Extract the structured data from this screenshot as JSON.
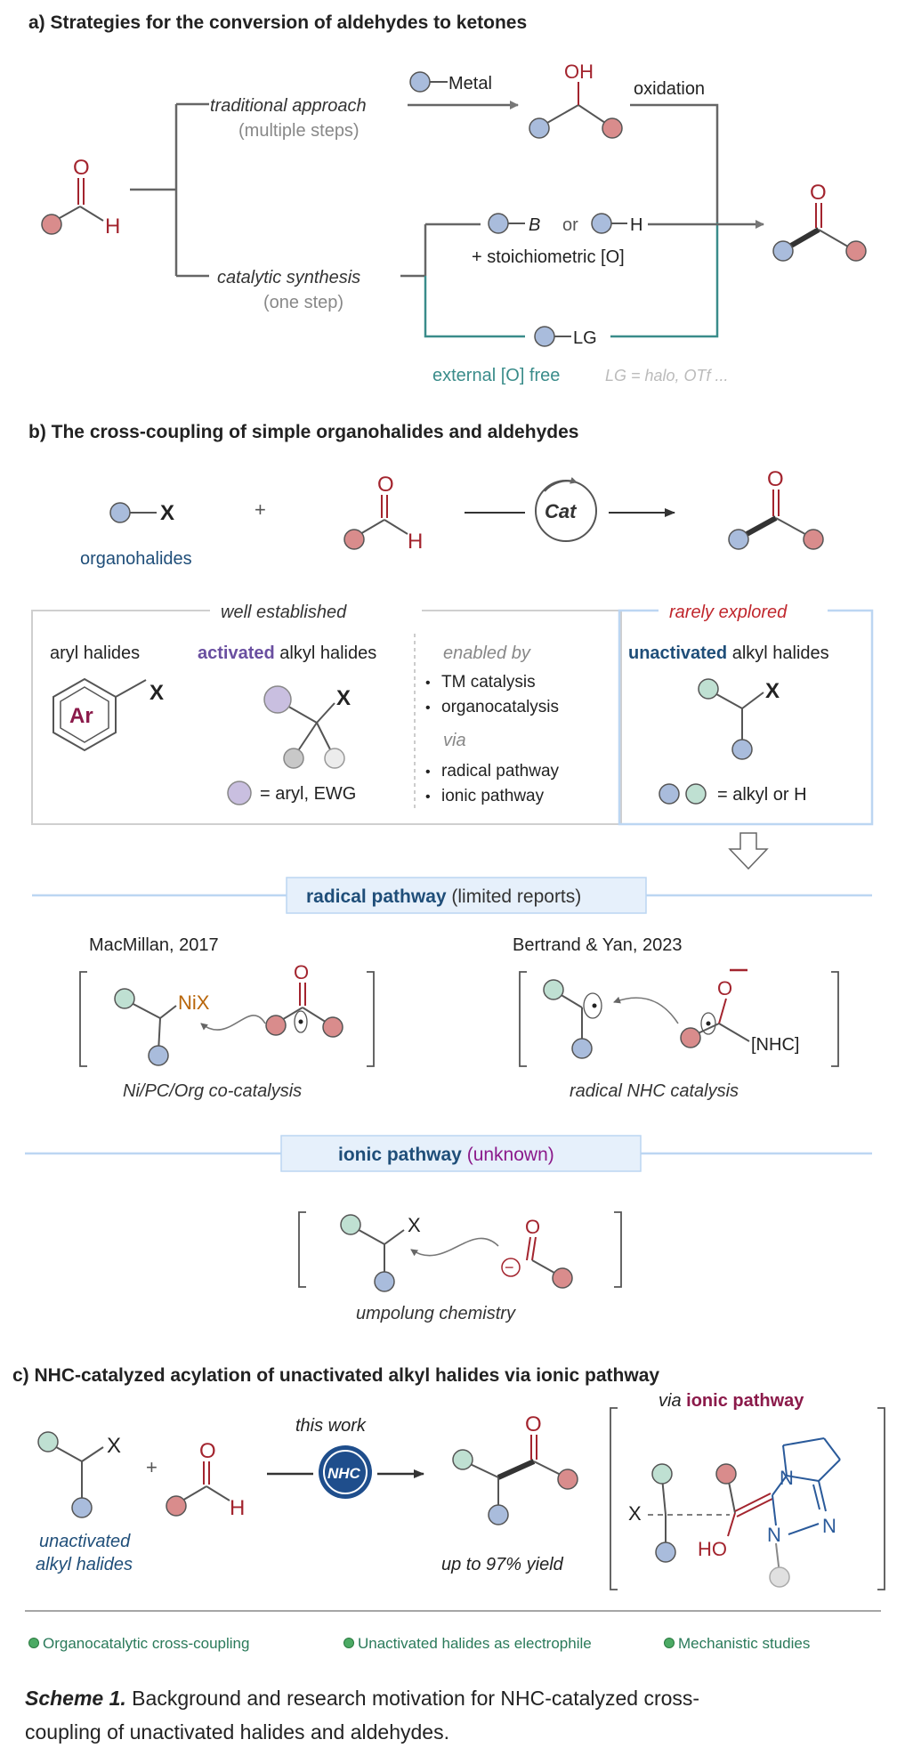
{
  "section_a": {
    "heading": "a) Strategies for the conversion of aldehydes to ketones",
    "traditional_label": "traditional approach",
    "traditional_sub": "(multiple steps)",
    "metal": "Metal",
    "oh": "OH",
    "oxidation": "oxidation",
    "aldehyde_o": "O",
    "aldehyde_h": "H",
    "catalytic_label": "catalytic synthesis",
    "catalytic_sub": "(one step)",
    "boron": "B",
    "or": "or",
    "hydrogen": "H",
    "stoich": "+ stoichiometric [O]",
    "lg": "LG",
    "external": "external [O] free",
    "lg_note": "LG = halo, OTf ...",
    "ketone_o": "O"
  },
  "section_b": {
    "heading": "b) The cross-coupling of simple organohalides and aldehydes",
    "x": "X",
    "plus": "+",
    "o": "O",
    "h": "H",
    "cat": "Cat",
    "organohalides": "organohalides",
    "well_established": "well established",
    "aryl_halides": "aryl halides",
    "activated": "activated",
    "alkyl_halides": " alkyl halides",
    "ar": "Ar",
    "aryl_ewg": "= aryl, EWG",
    "enabled_by": "enabled by",
    "tm": "TM catalysis",
    "organo": "organocatalysis",
    "via": "via",
    "radical_pw": "radical pathway",
    "ionic_pw": "ionic pathway",
    "rarely": "rarely explored",
    "unactivated": "unactivated",
    "alkyl_or_h": "= alkyl or H",
    "radical_box": "radical pathway",
    "radical_box_note": " (limited reports)",
    "macmillan": "MacMillan, 2017",
    "nix": "NiX",
    "ni_cat": "Ni/PC/Org co-catalysis",
    "bertrand": "Bertrand & Yan, 2023",
    "o_minus": "O",
    "nhc_bracket": "[NHC]",
    "radical_nhc": "radical NHC catalysis",
    "ionic_box": "ionic pathway",
    "ionic_box_note": "(unknown)",
    "umpolung": "umpolung chemistry",
    "minus": "−"
  },
  "section_c": {
    "heading": "c) NHC-catalyzed acylation of unactivated alkyl halides via ionic pathway",
    "x": "X",
    "plus": "+",
    "o": "O",
    "h": "H",
    "this_work": "this work",
    "nhc": "NHC",
    "unactivated_1": "unactivated",
    "unactivated_2": "alkyl halides",
    "yield": "up to 97% yield",
    "via": "via",
    "ionic": "ionic pathway",
    "ho": "HO",
    "n1": "N",
    "n2": "N",
    "n3": "N"
  },
  "highlights": [
    "Organocatalytic cross-coupling",
    "Unactivated halides as electrophile",
    "Mechanistic studies"
  ],
  "caption": {
    "label": "Scheme 1.",
    "line1": " Background and research motivation for NHC-catalyzed cross-",
    "line2": "coupling of unactivated halides and aldehydes."
  },
  "colors": {
    "blue_ball": "#a9bcdc",
    "red_ball": "#d98c8c",
    "teal_ball": "#bfe0d2",
    "purple_ball": "#c9bfe0",
    "gray_ball": "#c8c8c8",
    "dark_red": "#a3242e",
    "navy": "#1f4e79",
    "teal_line": "#3a8c8a",
    "purple_text": "#6a4fa0",
    "maroon": "#8b1a4a"
  }
}
